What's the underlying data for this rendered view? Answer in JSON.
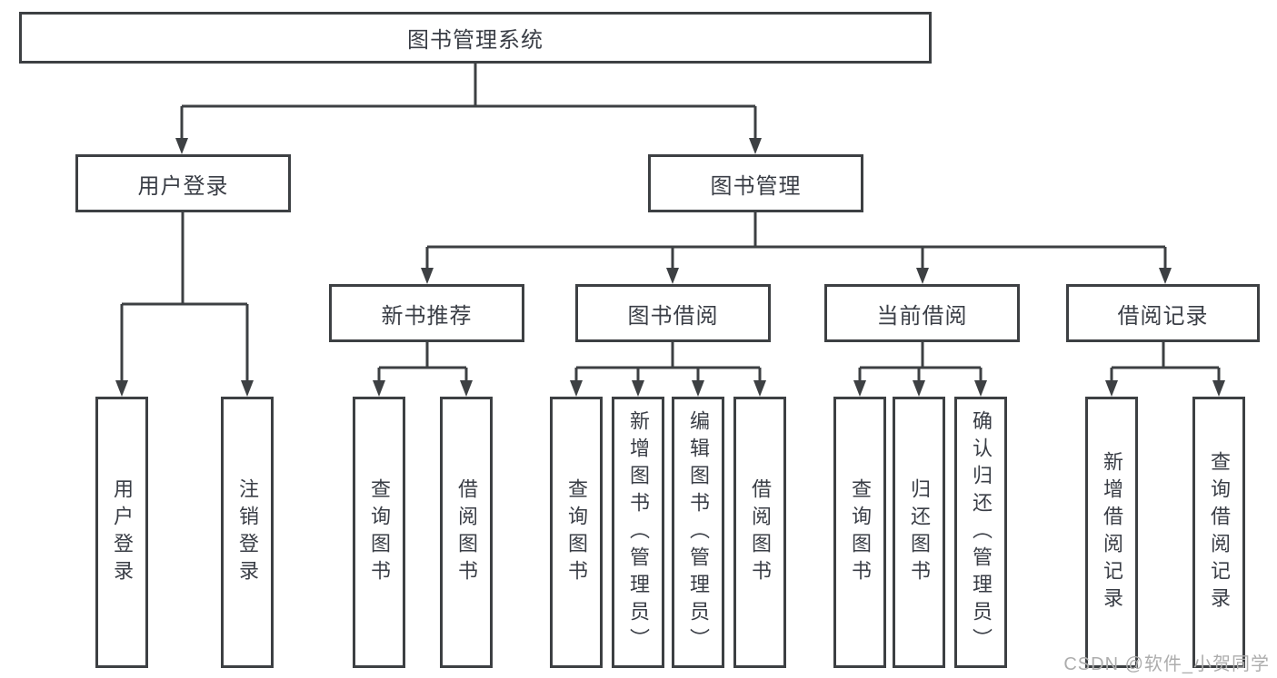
{
  "root": {
    "label": "图书管理系统"
  },
  "branches": [
    {
      "label": "用户登录",
      "children": [
        {
          "label": "用户登录"
        },
        {
          "label": "注销登录"
        }
      ]
    },
    {
      "label": "图书管理",
      "children": [
        {
          "label": "新书推荐",
          "children": [
            {
              "label": "查询图书"
            },
            {
              "label": "借阅图书"
            }
          ]
        },
        {
          "label": "图书借阅",
          "children": [
            {
              "label": "查询图书"
            },
            {
              "label": "新增图书（管理员）"
            },
            {
              "label": "编辑图书（管理员）"
            },
            {
              "label": "借阅图书"
            }
          ]
        },
        {
          "label": "当前借阅",
          "children": [
            {
              "label": "查询图书"
            },
            {
              "label": "归还图书"
            },
            {
              "label": "确认归还（管理员）"
            }
          ]
        },
        {
          "label": "借阅记录",
          "children": [
            {
              "label": "新增借阅记录"
            },
            {
              "label": "查询借阅记录"
            }
          ]
        }
      ]
    }
  ],
  "watermark": "CSDN @软件_小贺同学",
  "colors": {
    "line": "#3d4043",
    "text": "#3a3e46",
    "watermark": "#adadad",
    "background": "#ffffff"
  }
}
